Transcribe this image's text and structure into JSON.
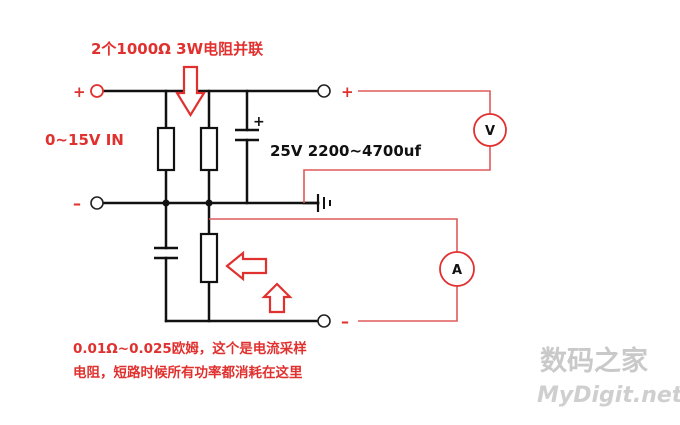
{
  "labels": {
    "top_note": "2个1000Ω 3W电阻并联",
    "input_range": "0~15V IN",
    "cap_spec": "25V 2200~4700uf",
    "plus_in": "+",
    "minus_in": "–",
    "plus_out": "+",
    "minus_out": "–",
    "cap_plus": "+",
    "note_line1": "0.01Ω~0.025欧姆，这个是电流采样",
    "note_line2": "电阻，短路时候所有功率都消耗在这里",
    "voltmeter": "V",
    "ammeter": "A"
  },
  "watermark": {
    "cn": "数码之家",
    "en": "MyDigit.net"
  },
  "colors": {
    "label_red": "#e0312f",
    "meter_wire": "#e05a5a",
    "wire": "#111111",
    "watermark": "#c9c9c9"
  }
}
